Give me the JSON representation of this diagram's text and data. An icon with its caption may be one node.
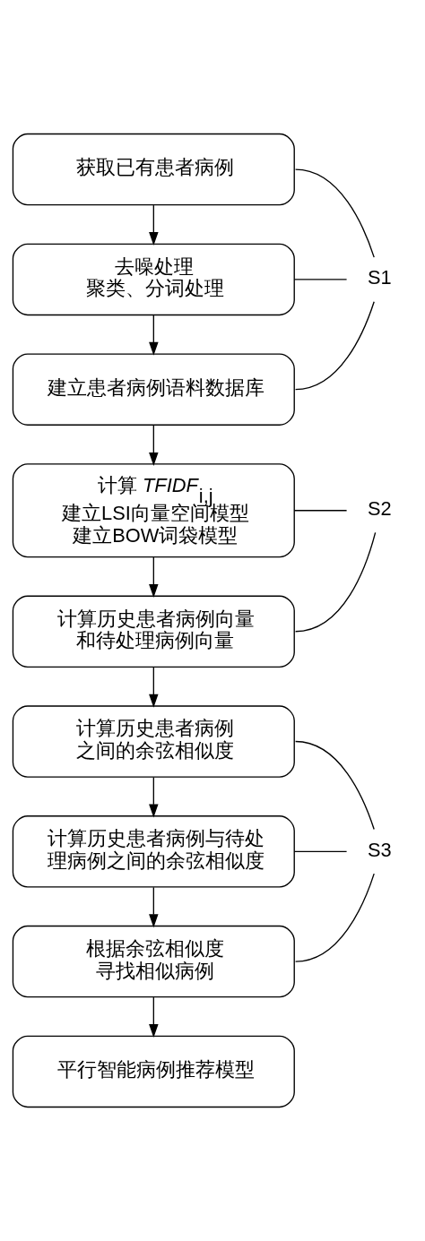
{
  "diagram": {
    "nodes": [
      {
        "text": [
          "获取已有患者病例"
        ]
      },
      {
        "text": [
          "去噪处理",
          "聚类、分词处理"
        ]
      },
      {
        "text": [
          "建立患者病例语料数据库"
        ]
      },
      {
        "text": [
          "计算 *TFIDF*$_{i,j}$",
          "建立LSI向量空间模型",
          "建立BOW词袋模型"
        ]
      },
      {
        "text": [
          "计算历史患者病例向量",
          "和待处理病例向量"
        ]
      },
      {
        "text": [
          "计算历史患者病例",
          "之间的余弦相似度"
        ]
      },
      {
        "text": [
          "计算历史患者病例与待处理病例之间的余弦相似度"
        ]
      },
      {
        "text": [
          "根据余弦相似度",
          "寻找相似病例"
        ]
      },
      {
        "text": [
          "平行智能病例推荐模型"
        ]
      },
      {
        "text": [
          "S1"
        ]
      },
      {
        "text": [
          "S2"
        ]
      },
      {
        "text": [
          "S3"
        ]
      }
    ],
    "edges": [
      {
        "from": 0,
        "to": 1,
        "arrow": "to"
      },
      {
        "from": 1,
        "to": 2,
        "arrow": "to"
      },
      {
        "from": 2,
        "to": 3,
        "arrow": "to"
      },
      {
        "from": 3,
        "to": 4,
        "arrow": "to"
      },
      {
        "from": 4,
        "to": 5,
        "arrow": "to"
      },
      {
        "from": 5,
        "to": 6,
        "arrow": "to"
      },
      {
        "from": 6,
        "to": 7,
        "arrow": "to"
      },
      {
        "from": 7,
        "to": 8,
        "arrow": "to"
      },
      {
        "from": 9,
        "to": 0,
        "arrow": "none"
      },
      {
        "from": 9,
        "to": 1,
        "arrow": "none"
      },
      {
        "from": 9,
        "to": 2,
        "arrow": "none"
      },
      {
        "from": 10,
        "to": 3,
        "arrow": "none"
      },
      {
        "from": 10,
        "to": 4,
        "arrow": "none"
      },
      {
        "from": 11,
        "to": 5,
        "arrow": "none"
      },
      {
        "from": 11,
        "to": 6,
        "arrow": "none"
      },
      {
        "from": 11,
        "to": 7,
        "arrow": "none"
      }
    ]
  }
}
